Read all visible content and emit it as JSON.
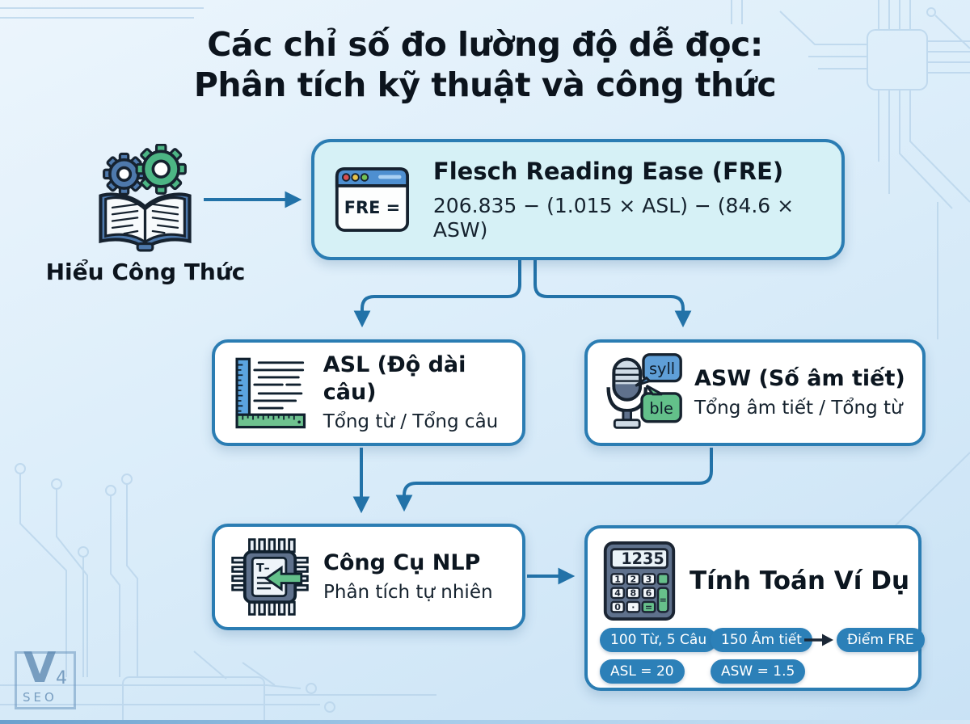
{
  "title": {
    "line1": "Các chỉ số đo lường độ dễ đọc:",
    "line2": "Phân tích kỹ thuật và công thức"
  },
  "intro": {
    "label": "Hiểu Công Thức"
  },
  "fre_box": {
    "icon_label": "FRE =",
    "title": "Flesch Reading Ease (FRE)",
    "formula": "206.835 − (1.015 × ASL) − (84.6 × ASW)"
  },
  "asl_box": {
    "title": "ASL (Độ dài câu)",
    "subtitle": "Tổng từ / Tổng câu"
  },
  "asw_box": {
    "title": "ASW (Số âm tiết)",
    "subtitle": "Tổng âm tiết / Tổng từ",
    "bubble_top": "syll",
    "bubble_bottom": "ble"
  },
  "nlp_box": {
    "title": "Công Cụ NLP",
    "subtitle": "Phân tích tự nhiên",
    "chip_label": "T–"
  },
  "calc_box": {
    "title": "Tính Toán Ví Dụ",
    "display": "1235",
    "buttons": [
      "1",
      "2",
      "3",
      "4",
      "8",
      "6",
      "0",
      "·",
      "="
    ],
    "pills": [
      "100 Từ, 5 Câu",
      "150 Âm tiết",
      "ASL = 20",
      "ASW = 1.5"
    ],
    "result_label": "Điểm FRE"
  },
  "logo": {
    "letter": "V",
    "number": "4",
    "text": "SEO"
  },
  "colors": {
    "box_border": "#2b7db3",
    "connector": "#2272a8",
    "fre_fill": "#d6f1f6",
    "pill_fill": "#2c80b8",
    "gear_blue": "#4e79ac",
    "gear_green": "#4cb584"
  }
}
